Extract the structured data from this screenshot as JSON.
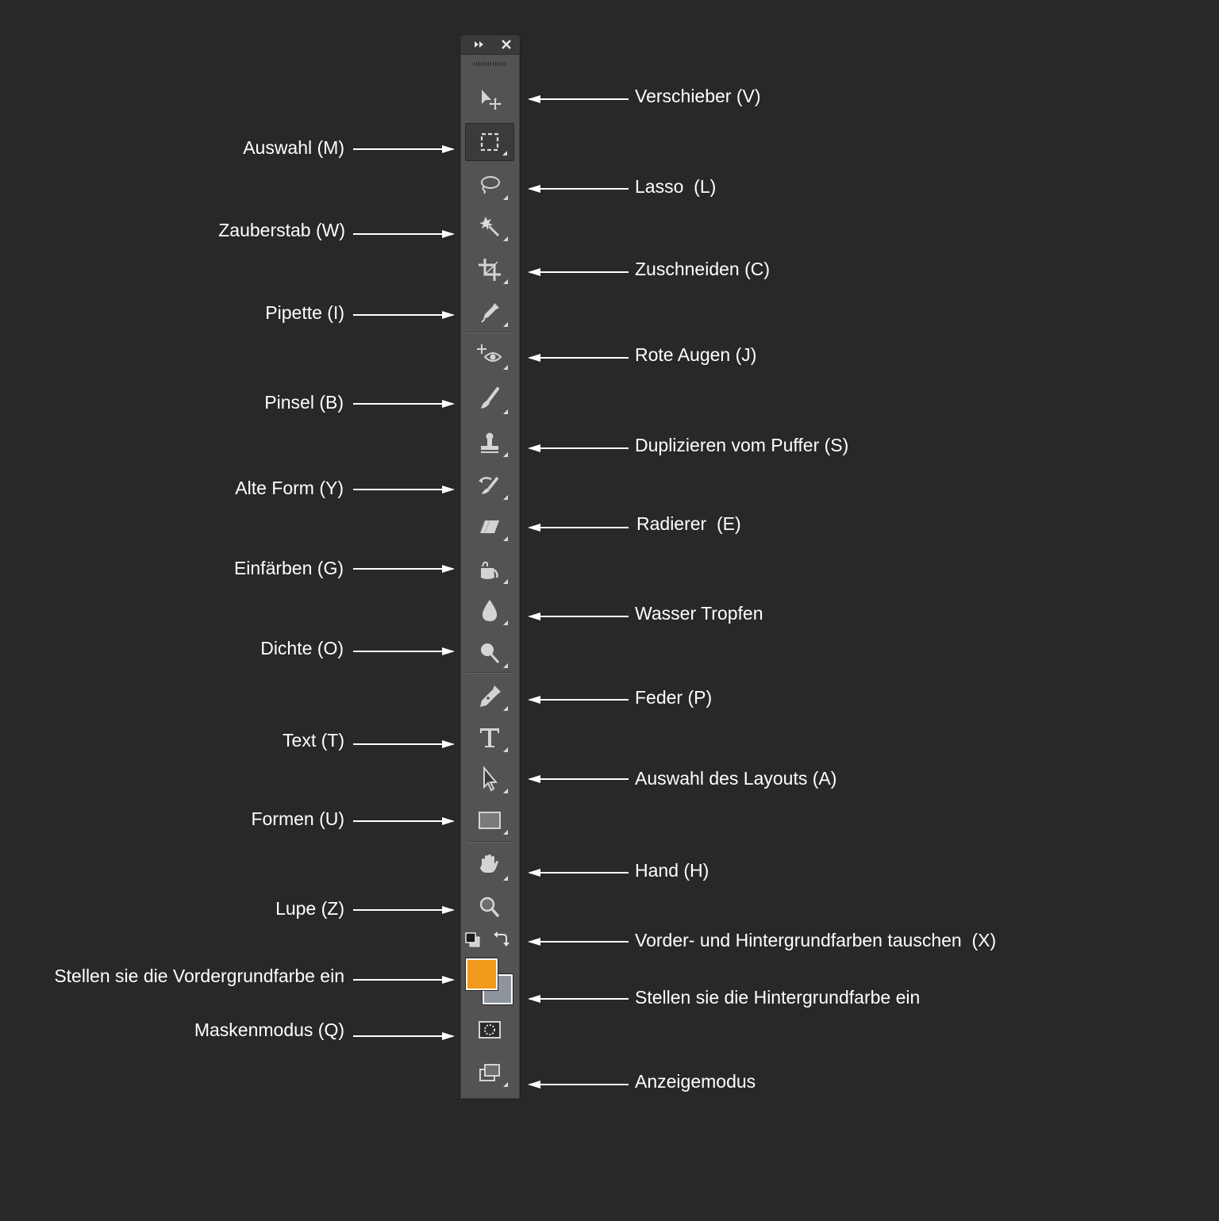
{
  "colors": {
    "background": "#282828",
    "panel": "#535353",
    "foreground_color": "#f39a1c",
    "background_color": "#8e949c"
  },
  "panel": {
    "header": {
      "collapse_icon": "double-chevron-right",
      "close_icon": "close-x"
    },
    "tools": [
      {
        "id": "move",
        "icon": "move-icon"
      },
      {
        "id": "marquee",
        "icon": "rect-marquee-icon",
        "active": true
      },
      {
        "id": "lasso",
        "icon": "lasso-icon"
      },
      {
        "id": "magic-wand",
        "icon": "magic-wand-icon"
      },
      {
        "id": "crop",
        "icon": "crop-icon"
      },
      {
        "id": "eyedropper",
        "icon": "eyedropper-icon"
      },
      {
        "id": "red-eye",
        "icon": "red-eye-icon"
      },
      {
        "id": "brush",
        "icon": "brush-icon"
      },
      {
        "id": "clone-stamp",
        "icon": "stamp-icon"
      },
      {
        "id": "history-brush",
        "icon": "history-brush-icon"
      },
      {
        "id": "eraser",
        "icon": "eraser-icon"
      },
      {
        "id": "paint-bucket",
        "icon": "paint-bucket-icon"
      },
      {
        "id": "blur",
        "icon": "water-drop-icon"
      },
      {
        "id": "dodge",
        "icon": "dodge-icon"
      },
      {
        "id": "pen",
        "icon": "pen-icon"
      },
      {
        "id": "type",
        "icon": "type-icon"
      },
      {
        "id": "path-selection",
        "icon": "arrow-cursor-icon"
      },
      {
        "id": "shape",
        "icon": "rectangle-shape-icon"
      },
      {
        "id": "hand",
        "icon": "hand-icon"
      },
      {
        "id": "zoom",
        "icon": "zoom-icon"
      },
      {
        "id": "default-colors",
        "icon": "default-colors-icon"
      },
      {
        "id": "swap-colors",
        "icon": "swap-arrows-icon"
      },
      {
        "id": "quick-mask",
        "icon": "quick-mask-icon"
      },
      {
        "id": "screen-mode",
        "icon": "screen-mode-icon"
      }
    ]
  },
  "labels_left": [
    {
      "text": "Auswahl (M)"
    },
    {
      "text": "Zauberstab (W)"
    },
    {
      "text": "Pipette (I)"
    },
    {
      "text": "Pinsel (B)"
    },
    {
      "text": "Alte Form (Y)"
    },
    {
      "text": "Einfärben (G)"
    },
    {
      "text": "Dichte (O)"
    },
    {
      "text": "Text (T)"
    },
    {
      "text": "Formen (U)"
    },
    {
      "text": "Lupe (Z)"
    },
    {
      "text": "Stellen sie die Vordergrundfarbe ein"
    },
    {
      "text": "Maskenmodus (Q)"
    }
  ],
  "labels_right": [
    {
      "text": "Verschieber (V)"
    },
    {
      "text": "Lasso  (L)"
    },
    {
      "text": "Zuschneiden (C)"
    },
    {
      "text": "Rote Augen (J)"
    },
    {
      "text": "Duplizieren vom Puffer (S)"
    },
    {
      "text": "Radierer  (E)"
    },
    {
      "text": "Wasser Tropfen"
    },
    {
      "text": "Feder (P)"
    },
    {
      "text": "Auswahl des Layouts (A)"
    },
    {
      "text": "Hand (H)"
    },
    {
      "text": "Vorder- und Hintergrundfarben tauschen  (X)"
    },
    {
      "text": "Stellen sie die Hintergrundfarbe ein"
    },
    {
      "text": "Anzeigemodus"
    }
  ]
}
